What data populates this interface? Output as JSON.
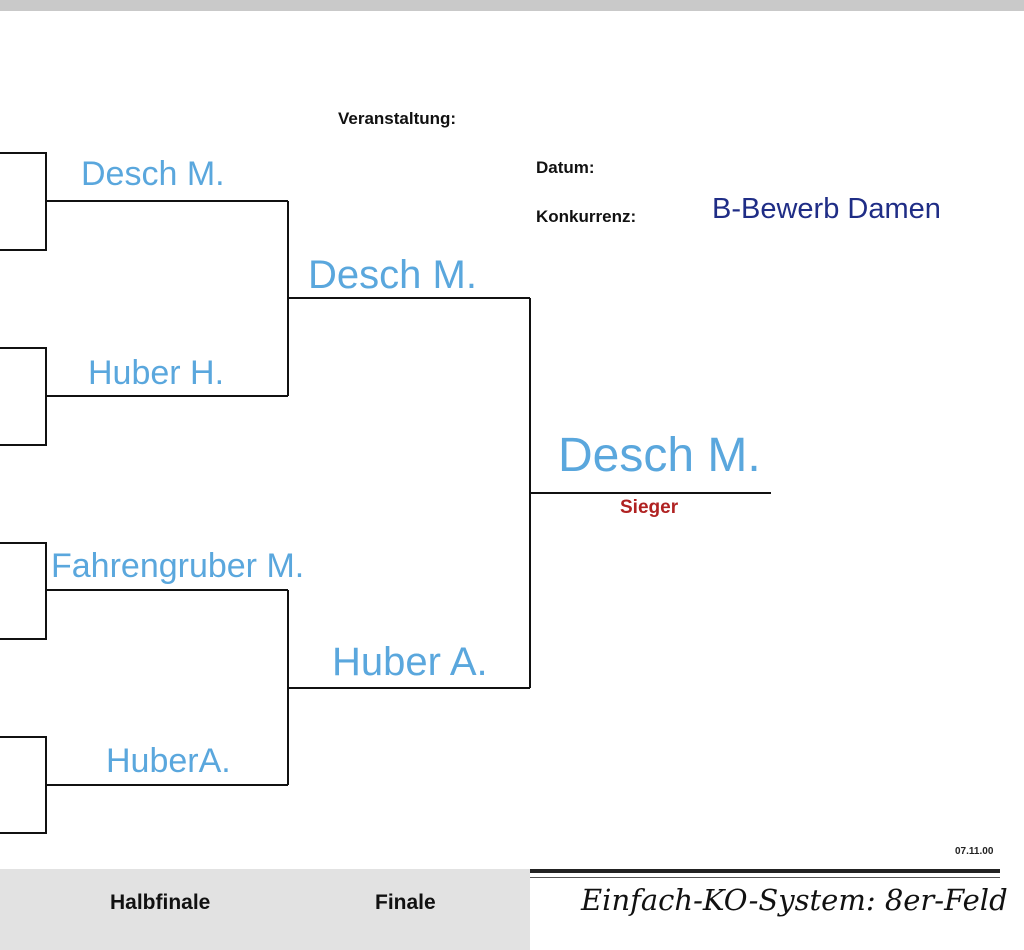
{
  "header": {
    "veranstaltung_label": "Veranstaltung:",
    "datum_label": "Datum:",
    "konkurrenz_label": "Konkurrenz:",
    "konkurrenz_value": "B-Bewerb Damen"
  },
  "bracket": {
    "round1_winners": [
      "Desch M.",
      "Huber H.",
      "Fahrengruber M.",
      "HuberA."
    ],
    "round2_winners": [
      "Desch M.",
      "Huber A."
    ],
    "champion": "Desch M.",
    "champion_label": "Sieger"
  },
  "footer": {
    "date": "07.11.00",
    "rounds": [
      "Halbfinale",
      "Finale"
    ],
    "system_title": "Einfach-KO-System:  8er-Feld"
  },
  "colors": {
    "player_name": "#5aa7dd",
    "konkurrenz": "#1f2d86",
    "sieger": "#b02222",
    "footer_band": "#e2e2e2",
    "top_bar": "#c9c9c9"
  }
}
